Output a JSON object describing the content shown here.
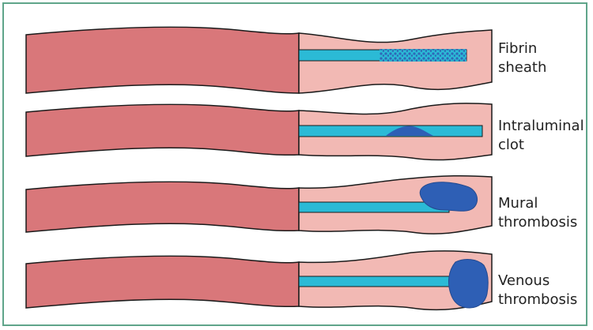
{
  "colors": {
    "border": "#5fa58a",
    "vein_wall": "#d9777a",
    "vein_fill_light": "#f2b9b4",
    "catheter": "#2bbad6",
    "clot": "#2e5fb5",
    "outline": "#1a1a1a"
  },
  "panels": [
    {
      "type": "fibrin-sheath",
      "label_line1": "Fibrin",
      "label_line2": "sheath"
    },
    {
      "type": "intraluminal-clot",
      "label_line1": "Intraluminal",
      "label_line2": "clot"
    },
    {
      "type": "mural-thrombosis",
      "label_line1": "Mural",
      "label_line2": "thrombosis"
    },
    {
      "type": "venous-thrombosis",
      "label_line1": "Venous",
      "label_line2": "thrombosis"
    }
  ]
}
